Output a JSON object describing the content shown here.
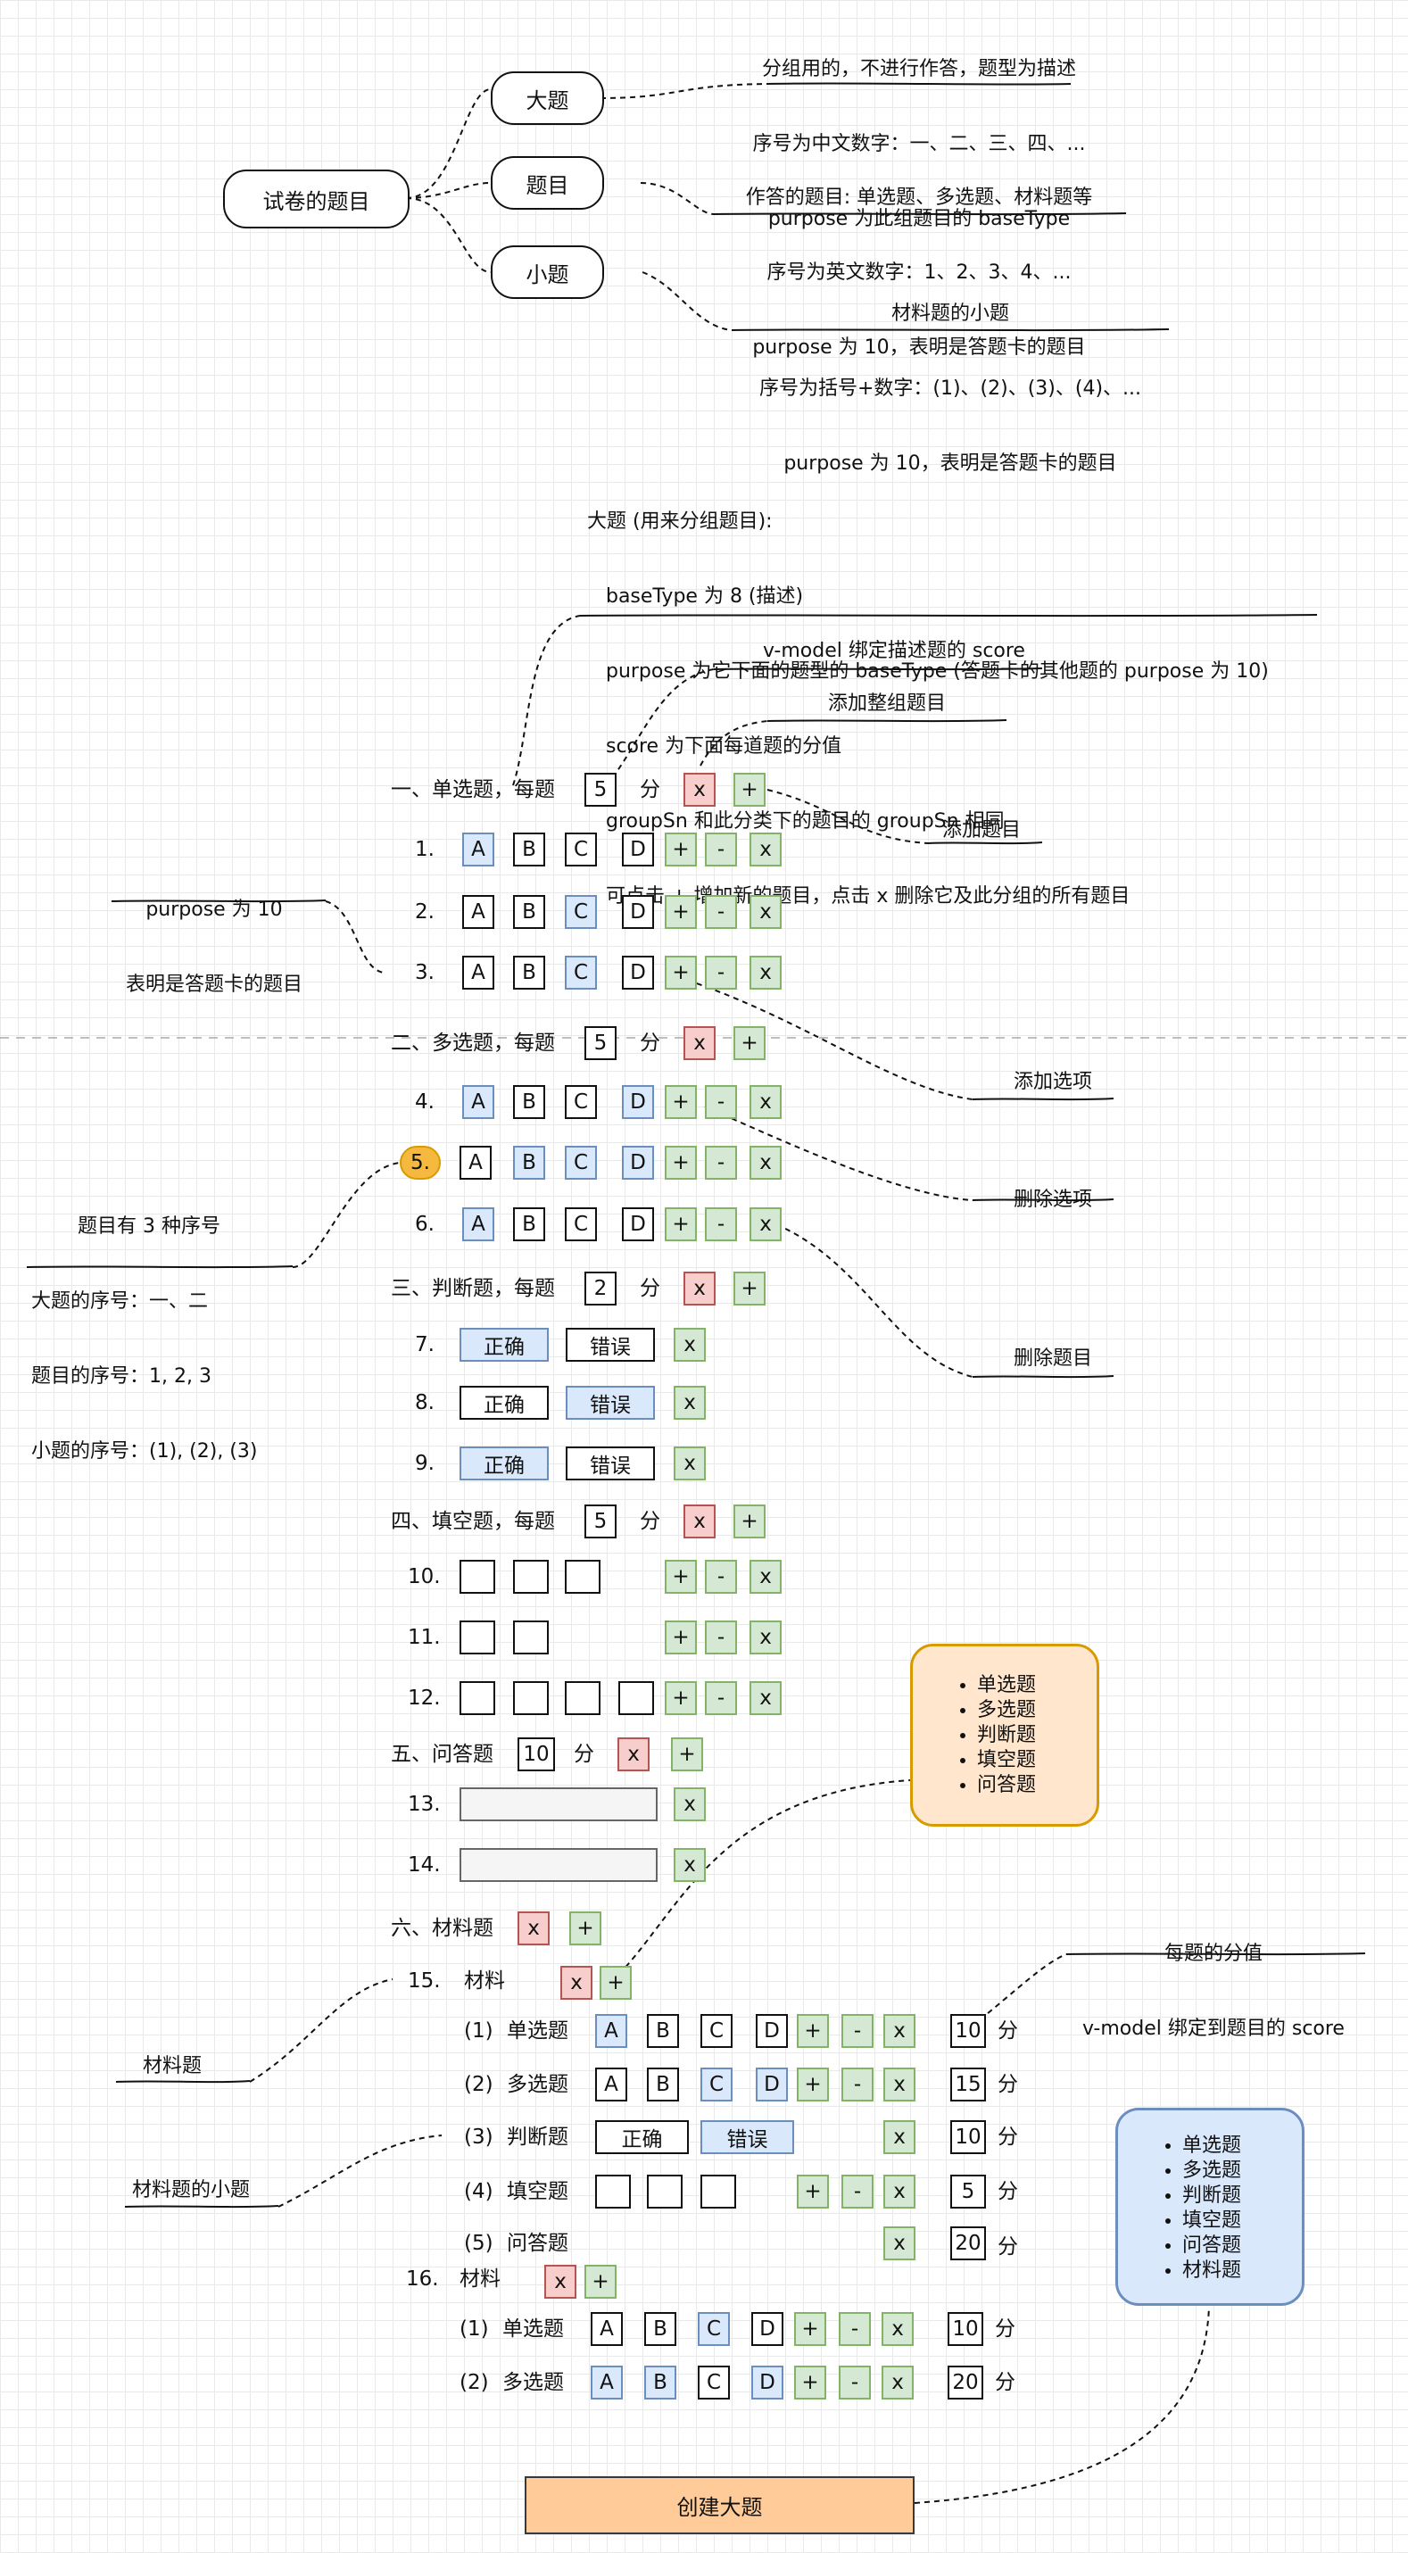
{
  "mindmap": {
    "root": "试卷的题目",
    "nodes": [
      "大题",
      "题目",
      "小题"
    ],
    "desc_major": [
      "分组用的，不进行作答，题型为描述",
      "序号为中文数字：一、二、三、四、...",
      "purpose 为此组题目的 baseType"
    ],
    "desc_question": [
      "作答的题目: 单选题、多选题、材料题等",
      "序号为英文数字：1、2、3、4、...",
      "purpose 为 10，表明是答题卡的题目"
    ],
    "desc_sub": [
      "材料题的小题",
      "序号为括号+数字：(1)、(2)、(3)、(4)、...",
      "purpose 为 10，表明是答题卡的题目"
    ]
  },
  "notes": {
    "group_desc": [
      "大题 (用来分组题目):",
      "   baseType 为 8 (描述)",
      "   purpose 为它下面的题型的 baseType (答题卡的其他题的 purpose 为 10)",
      "   score 为下面每道题的分值",
      "   groupSn 和此分类下的题目的 groupSn 相同",
      "   可点击 + 增加新的题目，点击 x 删除它及此分组的所有题目"
    ],
    "vmodel_group": "v-model 绑定描述题的 score",
    "add_group": "添加整组题目",
    "add_question": "添加题目",
    "purpose_10": [
      "purpose 为 10",
      "表明是答题卡的题目"
    ],
    "add_option": "添加选项",
    "remove_option": "删除选项",
    "remove_question": "删除题目",
    "sn_types": [
      "题目有 3 种序号",
      "大题的序号：一、二",
      "题目的序号：1, 2, 3",
      "小题的序号：(1), (2), (3)"
    ],
    "per_score": [
      "每题的分值",
      "v-model 绑定到题目的 score"
    ],
    "material": "材料题",
    "material_sub": "材料题的小题"
  },
  "controls": {
    "per_each": "每题",
    "unit": "分",
    "add": "+",
    "minus": "-",
    "close": "x",
    "options": [
      "A",
      "B",
      "C",
      "D"
    ],
    "tf": [
      "正确",
      "错误"
    ],
    "material_label": "材料"
  },
  "groups": [
    {
      "label": "一、单选题，",
      "score": "5"
    },
    {
      "label": "二、多选题，",
      "score": "5"
    },
    {
      "label": "三、判断题，",
      "score": "2"
    },
    {
      "label": "四、填空题，",
      "score": "5"
    },
    {
      "label": "五、问答题",
      "score": "10"
    },
    {
      "label": "六、材料题"
    }
  ],
  "question_numbers": [
    "1.",
    "2.",
    "3.",
    "4.",
    "5.",
    "6.",
    "7.",
    "8.",
    "9.",
    "10.",
    "11.",
    "12.",
    "13.",
    "14.",
    "15.",
    "16."
  ],
  "sub_questions": [
    {
      "sn": "(1)",
      "type": "单选题",
      "score": "10"
    },
    {
      "sn": "(2)",
      "type": "多选题",
      "score": "15"
    },
    {
      "sn": "(3)",
      "type": "判断题",
      "score": "10"
    },
    {
      "sn": "(4)",
      "type": "填空题",
      "score": "5"
    },
    {
      "sn": "(5)",
      "type": "问答题",
      "score": "20"
    },
    {
      "sn": "(1)",
      "type": "单选题",
      "score": "10"
    },
    {
      "sn": "(2)",
      "type": "多选题",
      "score": "20"
    }
  ],
  "type_list_1": [
    "单选题",
    "多选题",
    "判断题",
    "填空题",
    "问答题"
  ],
  "type_list_2": [
    "单选题",
    "多选题",
    "判断题",
    "填空题",
    "问答题",
    "材料题"
  ],
  "create_button": "创建大题",
  "colors": {
    "selected": "#dae8fc",
    "action": "#d5e8d4",
    "delete": "#f8cecc",
    "orange_note": "#ffe6cc",
    "blue_note": "#dae8fc",
    "button": "#ffcc99",
    "badge": "#f5b93f"
  }
}
